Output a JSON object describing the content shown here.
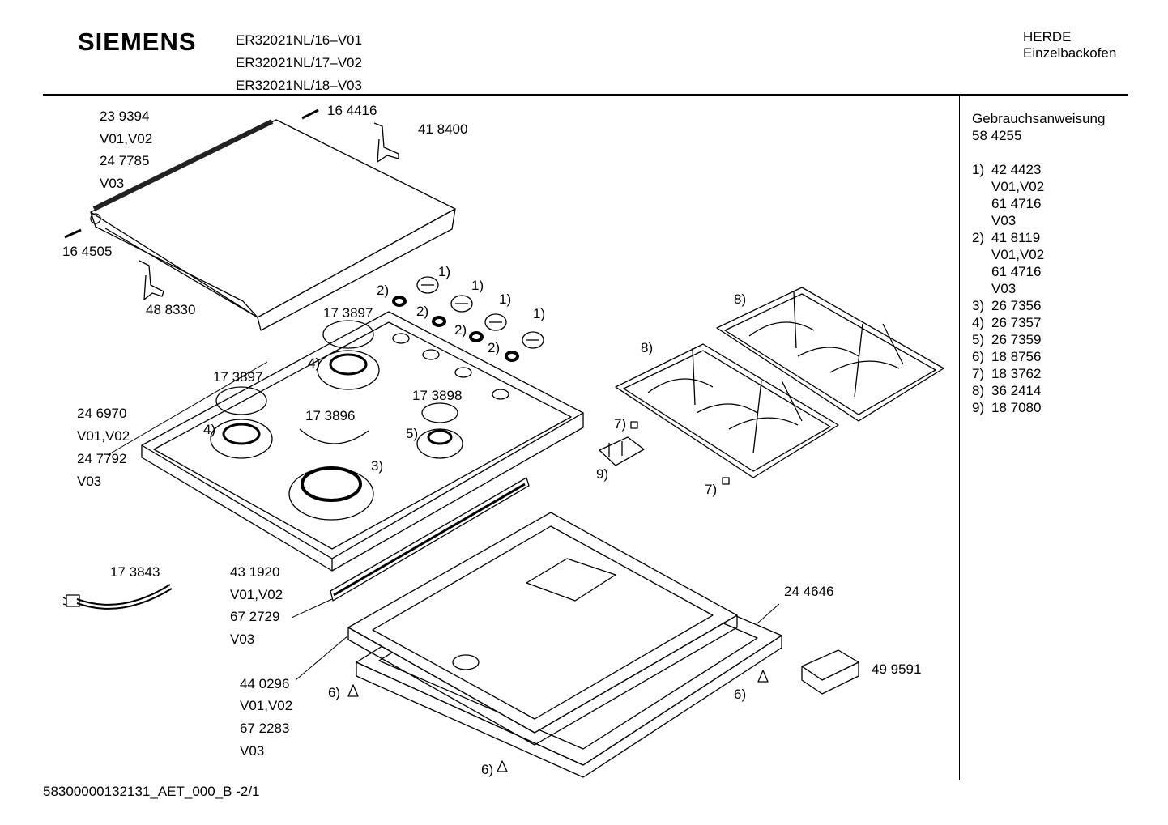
{
  "header": {
    "brand": "SIEMENS",
    "models": [
      "ER32021NL/16–V01",
      "ER32021NL/17–V02",
      "ER32021NL/18–V03"
    ],
    "category_line1": "HERDE",
    "category_line2": "Einzelbackofen"
  },
  "sidebar": {
    "manual_label": "Gebrauchsanweisung",
    "manual_number": "58 4255",
    "legend": [
      {
        "key": "1)",
        "lines": [
          "42 4423",
          "V01,V02",
          "61 4716",
          "V03"
        ]
      },
      {
        "key": "2)",
        "lines": [
          "41 8119",
          "V01,V02",
          "61 4716",
          "V03"
        ]
      },
      {
        "key": "3)",
        "lines": [
          "26 7356"
        ]
      },
      {
        "key": "4)",
        "lines": [
          "26 7357"
        ]
      },
      {
        "key": "5)",
        "lines": [
          "26 7359"
        ]
      },
      {
        "key": "6)",
        "lines": [
          "18 8756"
        ]
      },
      {
        "key": "7)",
        "lines": [
          "18 3762"
        ]
      },
      {
        "key": "8)",
        "lines": [
          "36 2414"
        ]
      },
      {
        "key": "9)",
        "lines": [
          "18 7080"
        ]
      }
    ]
  },
  "labels": {
    "lid_part": "23 9394",
    "lid_v1": "V01,V02",
    "lid_part2": "24 7785",
    "lid_v2": "V03",
    "screw_top": "16 4416",
    "hinge_right": "41 8400",
    "screw_left": "16 4505",
    "hinge_left": "48 8330",
    "hob_part": "24 6970",
    "hob_v1": "V01,V02",
    "hob_part2": "24 7792",
    "hob_v2": "V03",
    "cap_a": "17 3897",
    "cap_b": "17 3897",
    "cap_c": "17 3896",
    "cap_d": "17 3898",
    "cable": "17 3843",
    "strip_part": "43 1920",
    "strip_v1": "V01,V02",
    "strip_part2": "67 2729",
    "strip_v2": "V03",
    "frame_part": "44 0296",
    "frame_v1": "V01,V02",
    "frame_part2": "67 2283",
    "frame_v2": "V03",
    "tray": "24 4646",
    "box": "49 9591",
    "k1a": "1)",
    "k1b": "1)",
    "k1c": "1)",
    "k1d": "1)",
    "k2a": "2)",
    "k2b": "2)",
    "k2c": "2)",
    "k2d": "2)",
    "k3": "3)",
    "k4a": "4)",
    "k4b": "4)",
    "k5": "5)",
    "k6a": "6)",
    "k6b": "6)",
    "k6c": "6)",
    "k7a": "7)",
    "k7b": "7)",
    "k8a": "8)",
    "k8b": "8)",
    "k9": "9)"
  },
  "footer": {
    "doc_id": "58300000132131_AET_000_B  -2/1"
  }
}
